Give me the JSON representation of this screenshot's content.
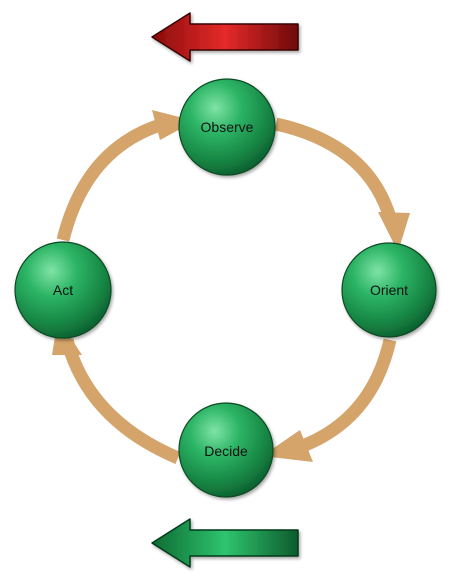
{
  "diagram": {
    "nodes": [
      {
        "id": "observe",
        "label": "Observe"
      },
      {
        "id": "orient",
        "label": "Orient"
      },
      {
        "id": "decide",
        "label": "Decide"
      },
      {
        "id": "act",
        "label": "Act"
      }
    ],
    "cycle_direction": "clockwise",
    "connector_color": "#D4A46A",
    "node_color": "#1E9A4E",
    "top_arrow": {
      "direction": "left",
      "color": "#C81E1E"
    },
    "bottom_arrow": {
      "direction": "left",
      "color": "#1E9A4E"
    }
  }
}
